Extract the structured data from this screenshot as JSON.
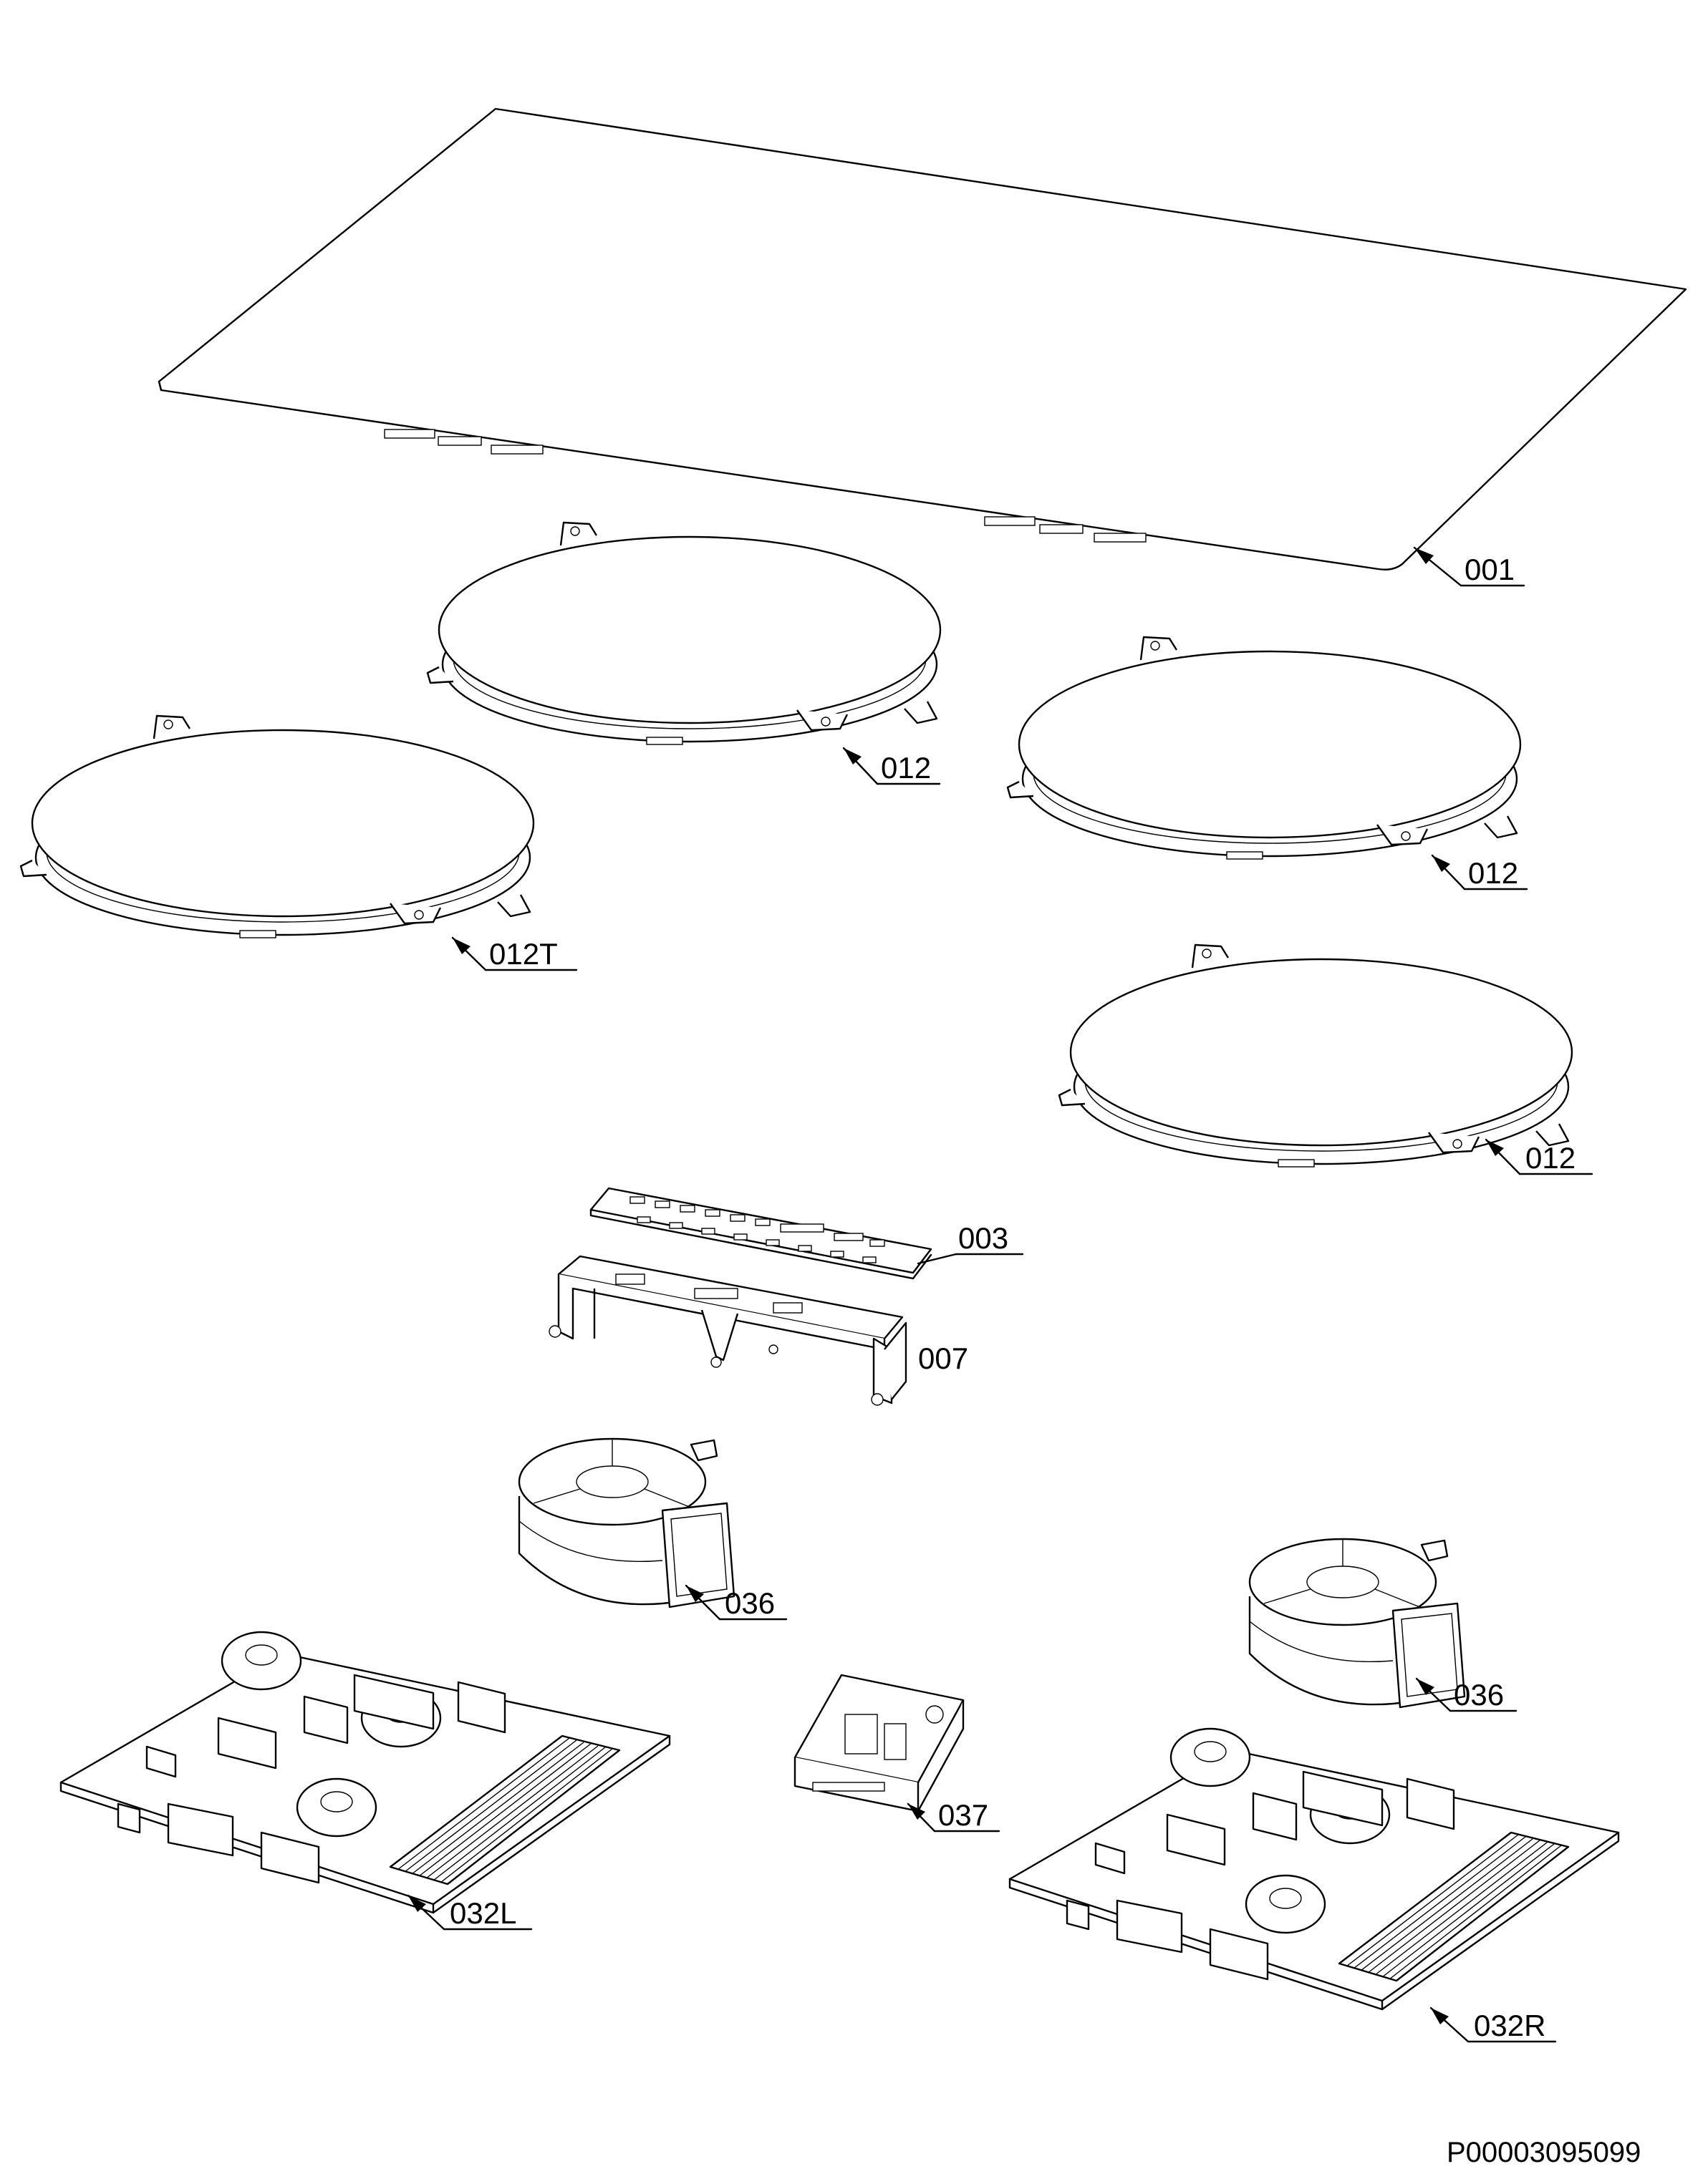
{
  "labels": {
    "glass_top": "001",
    "coil_1": "012",
    "coil_2": "012",
    "coil_3": "012",
    "coil_top_left": "012T",
    "control_board": "003",
    "board_holder": "007",
    "fan_left": "036",
    "fan_right": "036",
    "small_module": "037",
    "power_board_left": "032L",
    "power_board_right": "032R"
  },
  "drawing_code": "P00003095099"
}
